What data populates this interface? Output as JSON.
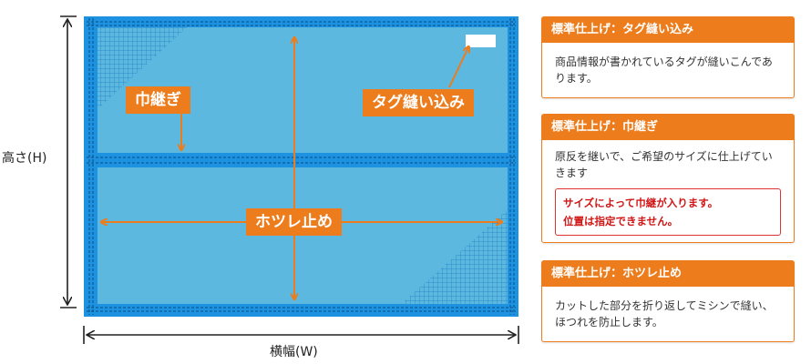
{
  "diagram": {
    "height_label": "高さ(H)",
    "width_label": "横幅(W)",
    "callouts": {
      "seam": "巾継ぎ",
      "tag": "タグ縫い込み",
      "fray": "ホツレ止め"
    }
  },
  "colors": {
    "panel_blue": "#5db8df",
    "edge_blue": "#1c92e0",
    "orange": "#ec7c1c",
    "warning_red": "#d01616"
  },
  "info_boxes": [
    {
      "title": "標準仕上げ：タグ縫い込み",
      "body": "商品情報が書かれているタグが縫いこんであります。"
    },
    {
      "title": "標準仕上げ：巾継ぎ",
      "body": "原反を継いで、ご希望のサイズに仕上げていきます",
      "warning_line1": "サイズによって巾継が入ります。",
      "warning_line2": "位置は指定できません。"
    },
    {
      "title": "標準仕上げ：ホツレ止め",
      "body": "カットした部分を折り返してミシンで縫い、ほつれを防止します。"
    }
  ]
}
